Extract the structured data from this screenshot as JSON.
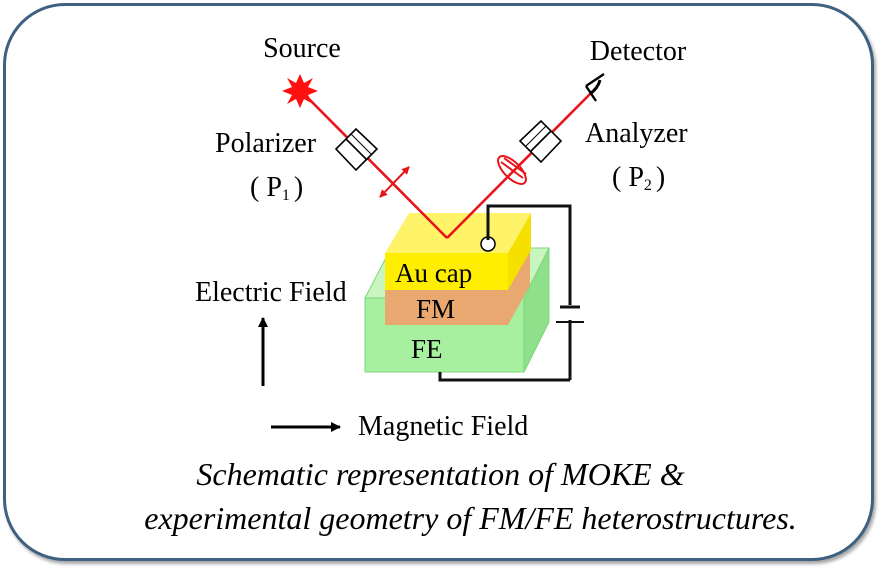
{
  "labels": {
    "source": "Source",
    "detector": "Detector",
    "polarizer": "Polarizer",
    "polarizer_sub_open": "( P",
    "polarizer_sub_index": "1",
    "polarizer_sub_close": ")",
    "analyzer": "Analyzer",
    "analyzer_sub_open": "( P",
    "analyzer_sub_index": "2",
    "analyzer_sub_close": ")",
    "au_cap": "Au cap",
    "fm": "FM",
    "fe": "FE",
    "electric_field": "Electric Field",
    "magnetic_field": "Magnetic Field"
  },
  "caption": {
    "line1": "Schematic representation of MOKE &",
    "line2": "experimental geometry of FM/FE heterostructures."
  },
  "colors": {
    "frame_border": "#3f6181",
    "beam": "#e8141b",
    "au_cap": "#ffee00",
    "fm": "#e8a870",
    "fe": "#a6f0a0"
  }
}
